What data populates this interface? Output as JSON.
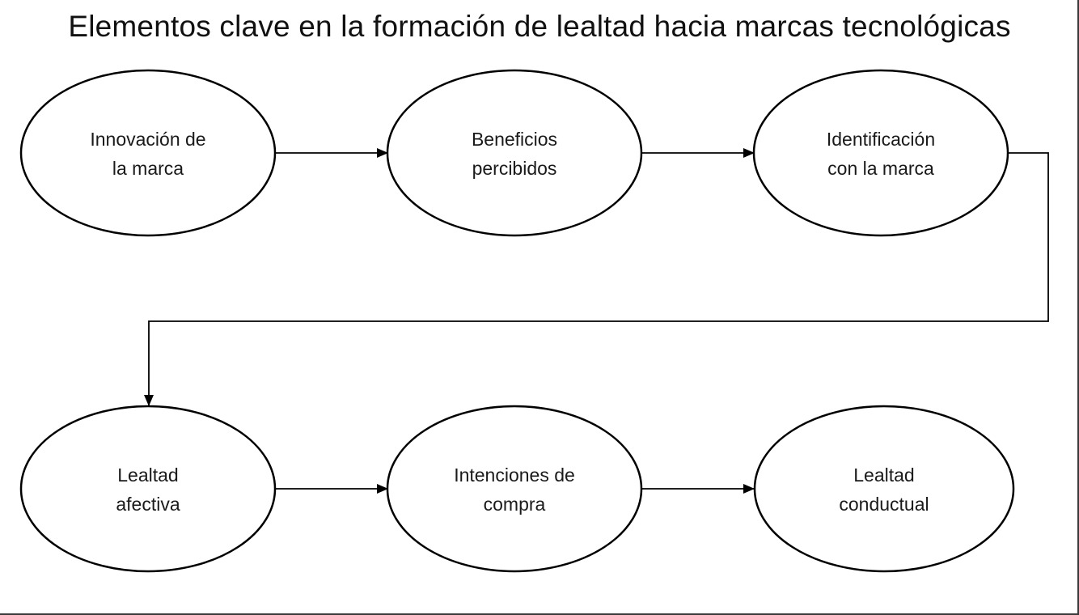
{
  "title": "Elementos clave en la formación de lealtad hacia marcas tecnológicas",
  "nodes": [
    {
      "id": "innovacion",
      "label": "Innovación de\nla marca"
    },
    {
      "id": "beneficios",
      "label": "Beneficios\npercibidos"
    },
    {
      "id": "identificacion",
      "label": "Identificación\ncon la marca"
    },
    {
      "id": "lealtad-afectiva",
      "label": "Lealtad\nafectiva"
    },
    {
      "id": "intenciones",
      "label": "Intenciones de\ncompra"
    },
    {
      "id": "lealtad-conductual",
      "label": "Lealtad\nconductual"
    }
  ],
  "edges": [
    {
      "from": "innovacion",
      "to": "beneficios"
    },
    {
      "from": "beneficios",
      "to": "identificacion"
    },
    {
      "from": "identificacion",
      "to": "lealtad-afectiva"
    },
    {
      "from": "lealtad-afectiva",
      "to": "intenciones"
    },
    {
      "from": "intenciones",
      "to": "lealtad-conductual"
    }
  ],
  "colors": {
    "stroke": "#000000",
    "text": "#1a1a1a",
    "background": "#ffffff"
  }
}
